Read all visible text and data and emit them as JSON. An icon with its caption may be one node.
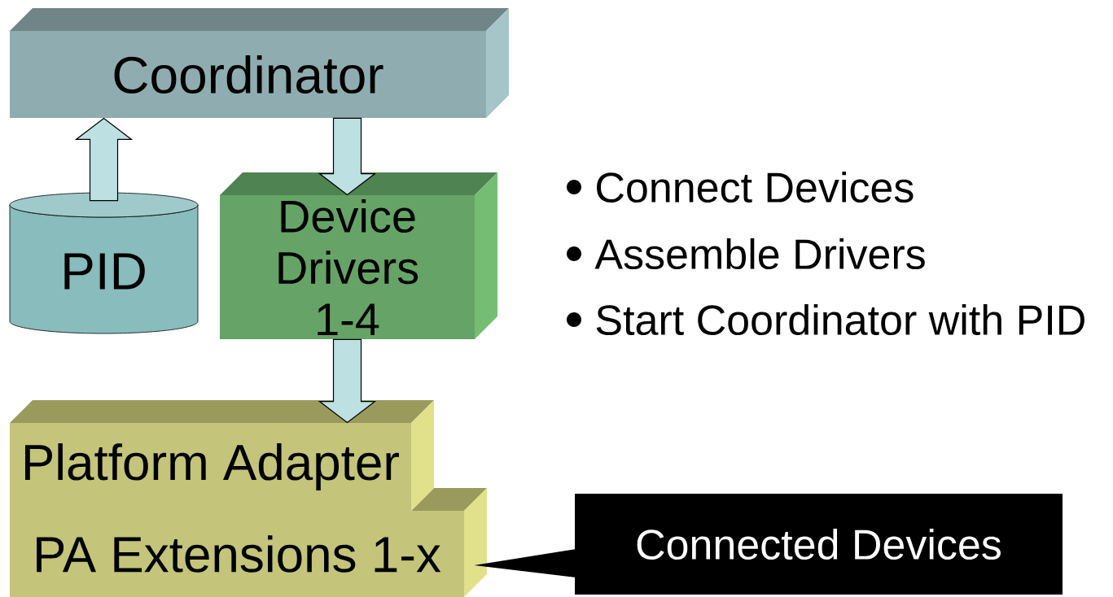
{
  "diagram": {
    "nodes": [
      {
        "text": [
          "Coordinator"
        ]
      },
      {
        "text": [
          "PID"
        ]
      },
      {
        "text": [
          "Device Drivers 1-4"
        ]
      },
      {
        "text": [
          "Platform Adapter"
        ]
      },
      {
        "text": [
          "PA Extensions 1-x"
        ]
      },
      {
        "text": [
          "Connected Devices"
        ]
      }
    ],
    "edges": [
      {
        "from": 1,
        "to": 0,
        "arrow": "to"
      },
      {
        "from": 0,
        "to": 2,
        "arrow": "to"
      },
      {
        "from": 2,
        "to": 3,
        "arrow": "to"
      },
      {
        "from": 5,
        "to": 4,
        "arrow": "none"
      }
    ],
    "labels": [
      "Connect Devices",
      "Assemble Drivers",
      "Start Coordinator with PID"
    ]
  }
}
